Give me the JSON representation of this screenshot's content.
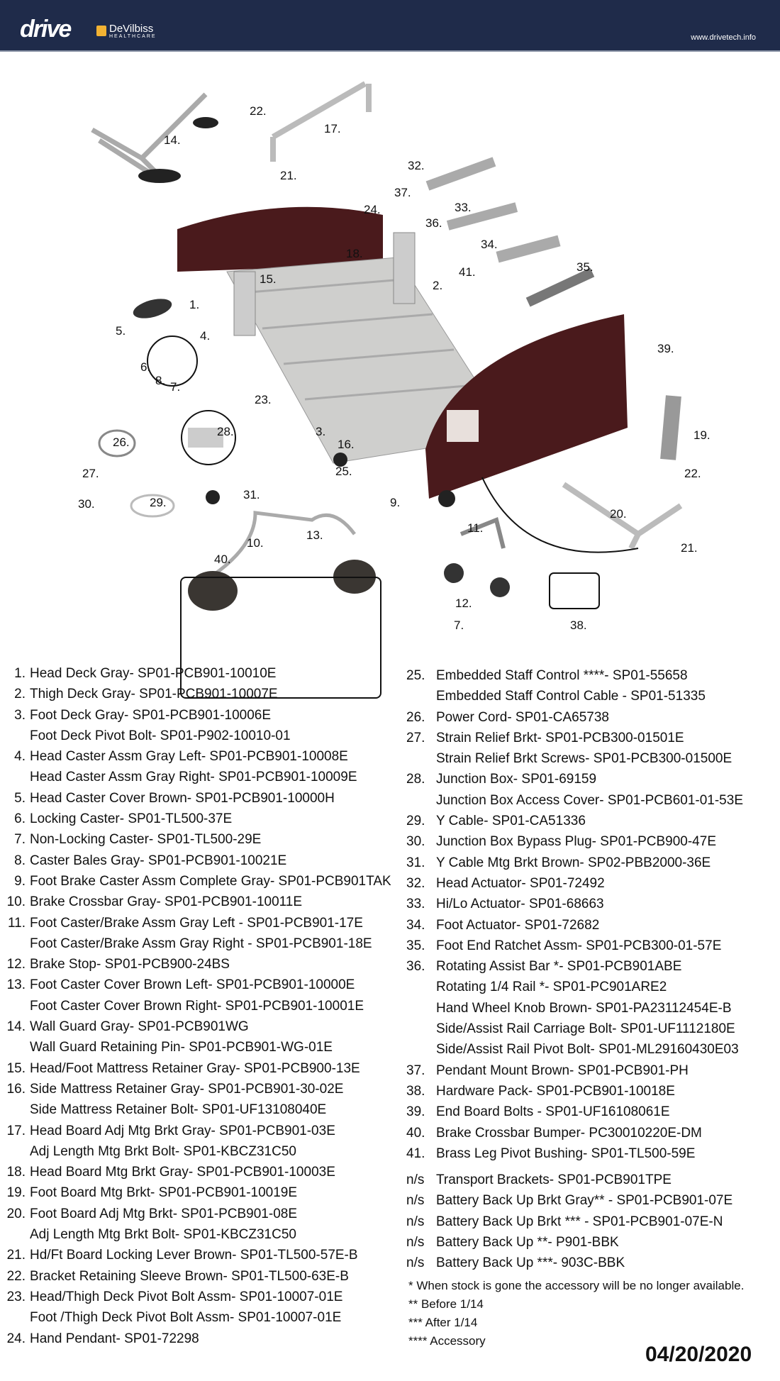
{
  "header": {
    "brand": "drive",
    "partner": "DeVilbiss",
    "partner_sub": "HEALTHCARE",
    "url": "www.drivetech.info"
  },
  "colors": {
    "header_bg": "#1f2b4a",
    "wood": "#4a1a1c",
    "frame": "#c9c9c7",
    "accent": "#f2b233"
  },
  "callouts": [
    "14.",
    "22.",
    "17.",
    "21.",
    "32.",
    "37.",
    "24.",
    "36.",
    "33.",
    "34.",
    "18.",
    "15.",
    "41.",
    "35.",
    "2.",
    "1.",
    "5.",
    "4.",
    "6.",
    "8.",
    "7.",
    "39.",
    "23.",
    "3.",
    "16.",
    "28.",
    "26.",
    "19.",
    "25.",
    "27.",
    "22.",
    "30.",
    "29.",
    "31.",
    "9.",
    "20.",
    "11.",
    "21.",
    "13.",
    "10.",
    "40.",
    "12.",
    "7.",
    "38."
  ],
  "parts_left": [
    {
      "num": "1.",
      "text": "Head Deck Gray- SP01-PCB901-10010E"
    },
    {
      "num": "2.",
      "text": "Thigh Deck Gray- SP01-PCB901-10007E"
    },
    {
      "num": "3.",
      "text": "Foot Deck Gray- SP01-PCB901-10006E"
    },
    {
      "num": "",
      "text": "Foot Deck Pivot Bolt- SP01-P902-10010-01"
    },
    {
      "num": "4.",
      "text": "Head Caster Assm Gray Left- SP01-PCB901-10008E"
    },
    {
      "num": "",
      "text": "Head Caster Assm Gray Right- SP01-PCB901-10009E"
    },
    {
      "num": "5.",
      "text": "Head Caster Cover Brown- SP01-PCB901-10000H"
    },
    {
      "num": "6.",
      "text": "Locking Caster- SP01-TL500-37E"
    },
    {
      "num": "7.",
      "text": "Non-Locking Caster- SP01-TL500-29E"
    },
    {
      "num": "8.",
      "text": "Caster Bales Gray- SP01-PCB901-10021E"
    },
    {
      "num": "9.",
      "text": "Foot Brake Caster Assm Complete Gray- SP01-PCB901TAK"
    },
    {
      "num": "10.",
      "text": "Brake Crossbar Gray- SP01-PCB901-10011E"
    },
    {
      "num": "11.",
      "text": "Foot Caster/Brake Assm Gray Left - SP01-PCB901-17E"
    },
    {
      "num": "",
      "text": "Foot Caster/Brake Assm Gray Right - SP01-PCB901-18E"
    },
    {
      "num": "12.",
      "text": "Brake Stop- SP01-PCB900-24BS"
    },
    {
      "num": "13.",
      "text": "Foot Caster Cover Brown Left- SP01-PCB901-10000E"
    },
    {
      "num": "",
      "text": "Foot Caster Cover Brown Right- SP01-PCB901-10001E"
    },
    {
      "num": "14.",
      "text": "Wall Guard Gray- SP01-PCB901WG"
    },
    {
      "num": "",
      "text": "Wall Guard Retaining Pin- SP01-PCB901-WG-01E"
    },
    {
      "num": "15.",
      "text": "Head/Foot Mattress Retainer Gray- SP01-PCB900-13E"
    },
    {
      "num": "16.",
      "text": "Side Mattress Retainer Gray- SP01-PCB901-30-02E"
    },
    {
      "num": "",
      "text": "Side Mattress Retainer Bolt- SP01-UF13108040E"
    },
    {
      "num": "17.",
      "text": "Head Board Adj Mtg Brkt Gray- SP01-PCB901-03E"
    },
    {
      "num": "",
      "text": "Adj Length Mtg Brkt Bolt- SP01-KBCZ31C50"
    },
    {
      "num": "18.",
      "text": "Head Board Mtg Brkt Gray- SP01-PCB901-10003E"
    },
    {
      "num": "19.",
      "text": "Foot Board Mtg Brkt- SP01-PCB901-10019E"
    },
    {
      "num": "20.",
      "text": "Foot Board Adj Mtg Brkt- SP01-PCB901-08E"
    },
    {
      "num": "",
      "text": "Adj Length Mtg Brkt Bolt- SP01-KBCZ31C50"
    },
    {
      "num": "21.",
      "text": "Hd/Ft Board Locking Lever Brown- SP01-TL500-57E-B"
    },
    {
      "num": "22.",
      "text": "Bracket Retaining Sleeve Brown- SP01-TL500-63E-B"
    },
    {
      "num": "23.",
      "text": "Head/Thigh Deck Pivot Bolt Assm- SP01-10007-01E"
    },
    {
      "num": "",
      "text": "Foot /Thigh Deck Pivot Bolt Assm- SP01-10007-01E"
    },
    {
      "num": "24.",
      "text": "Hand Pendant- SP01-72298"
    }
  ],
  "parts_right": [
    {
      "num": "25.",
      "text": "Embedded Staff Control ****- SP01-55658"
    },
    {
      "num": "",
      "text": "Embedded Staff Control Cable - SP01-51335"
    },
    {
      "num": "26.",
      "text": "Power Cord- SP01-CA65738"
    },
    {
      "num": "27.",
      "text": "Strain Relief Brkt- SP01-PCB300-01501E"
    },
    {
      "num": "",
      "text": "Strain Relief Brkt Screws- SP01-PCB300-01500E"
    },
    {
      "num": "28.",
      "text": "Junction Box- SP01-69159"
    },
    {
      "num": "",
      "text": "Junction Box Access Cover- SP01-PCB601-01-53E"
    },
    {
      "num": "29.",
      "text": "Y Cable- SP01-CA51336"
    },
    {
      "num": "30.",
      "text": "Junction Box Bypass Plug- SP01-PCB900-47E"
    },
    {
      "num": "31.",
      "text": "Y Cable Mtg Brkt Brown- SP02-PBB2000-36E"
    },
    {
      "num": "32.",
      "text": "Head Actuator- SP01-72492"
    },
    {
      "num": "33.",
      "text": "Hi/Lo Actuator- SP01-68663"
    },
    {
      "num": "34.",
      "text": "Foot Actuator- SP01-72682"
    },
    {
      "num": "35.",
      "text": "Foot End Ratchet Assm- SP01-PCB300-01-57E"
    },
    {
      "num": "36.",
      "text": "Rotating Assist Bar *- SP01-PCB901ABE"
    },
    {
      "num": "",
      "text": "Rotating 1/4 Rail *- SP01-PC901ARE2"
    },
    {
      "num": "",
      "text": "Hand Wheel Knob Brown- SP01-PA23112454E-B"
    },
    {
      "num": "",
      "text": "Side/Assist Rail Carriage Bolt- SP01-UF1112180E"
    },
    {
      "num": "",
      "text": "Side/Assist Rail Pivot Bolt- SP01-ML29160430E03"
    },
    {
      "num": "37.",
      "text": "Pendant Mount Brown- SP01-PCB901-PH"
    },
    {
      "num": "38.",
      "text": "Hardware Pack- SP01-PCB901-10018E"
    },
    {
      "num": "39.",
      "text": "End Board Bolts - SP01-UF16108061E"
    },
    {
      "num": "40.",
      "text": "Brake Crossbar Bumper- PC30010220E-DM"
    },
    {
      "num": "41.",
      "text": "Brass Leg Pivot Bushing- SP01-TL500-59E"
    }
  ],
  "parts_ns": [
    {
      "num": "n/s",
      "text": "Transport Brackets- SP01-PCB901TPE"
    },
    {
      "num": "n/s",
      "text": "Battery Back Up Brkt Gray** - SP01-PCB901-07E"
    },
    {
      "num": "n/s",
      "text": "Battery Back Up Brkt *** - SP01-PCB901-07E-N"
    },
    {
      "num": "n/s",
      "text": "Battery Back Up **- P901-BBK"
    },
    {
      "num": "n/s",
      "text": "Battery Back Up ***- 903C-BBK"
    }
  ],
  "footnotes": [
    "* When stock is gone the accessory will be no longer available.",
    "** Before 1/14",
    "*** After 1/14",
    "**** Accessory"
  ],
  "date": "04/20/2020"
}
